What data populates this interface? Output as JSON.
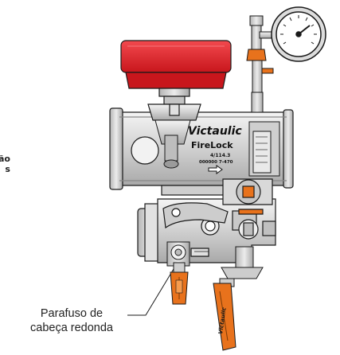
{
  "cut_label": {
    "line1": "ão",
    "line2": "s"
  },
  "callout": {
    "line1": "Parafuso de",
    "line2": "cabeça redonda"
  },
  "valve": {
    "brand": "Victaulic",
    "product": "FireLock",
    "model": "4/114.3",
    "serial": "000000 7-470",
    "tag_text": "Victaulic"
  },
  "colors": {
    "red": "#e31e24",
    "orange": "#e8721c",
    "metal": "#d3d3d3",
    "outline": "#1a1a1a"
  }
}
